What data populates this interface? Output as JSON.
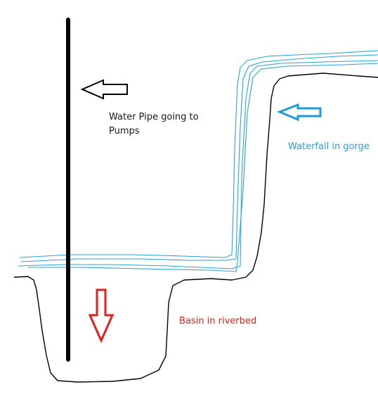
{
  "labels": {
    "pipe_line1": "Water Pipe going to",
    "pipe_line2": "Pumps",
    "waterfall": "Waterfall in gorge",
    "basin": "Basin in riverbed"
  },
  "colors": {
    "pipe": "#000000",
    "terrain": "#000000",
    "water": "#29a3dc",
    "water_arrow": "#1a9ad6",
    "basin_arrow": "#e0201f",
    "pipe_text": "#1a1a1a",
    "waterfall_text": "#2a9fd8",
    "basin_text": "#e0201f"
  },
  "icons": {
    "pipe_arrow": "arrow-left-icon",
    "waterfall_arrow": "arrow-left-icon",
    "basin_arrow": "arrow-down-icon"
  }
}
